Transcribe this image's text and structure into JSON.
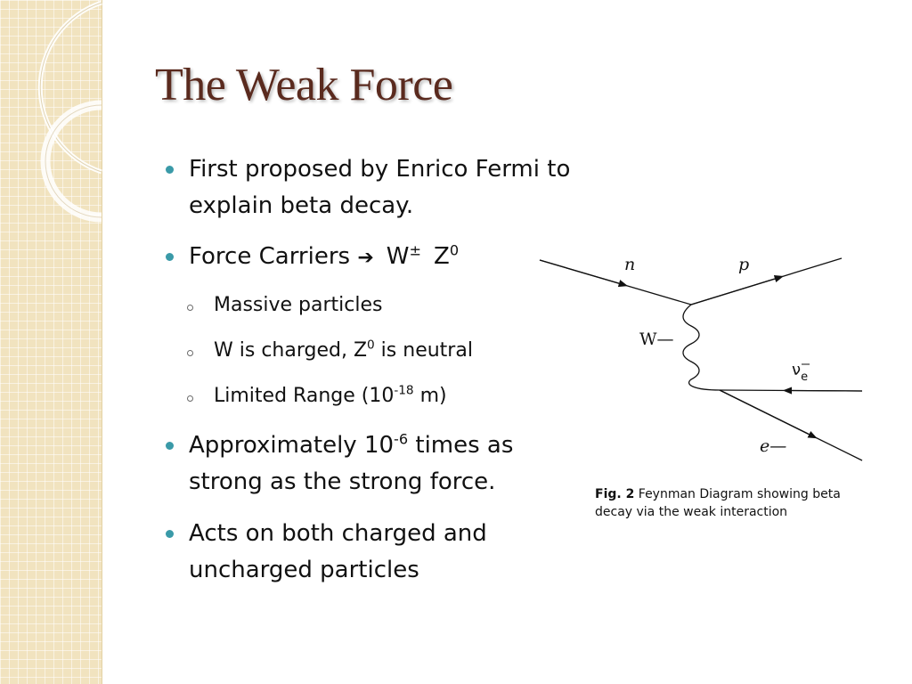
{
  "title": "The Weak Force",
  "bullets": [
    {
      "text": "First proposed by Enrico Fermi to explain beta decay."
    },
    {
      "pre": "Force Carriers ",
      "arrow": "➔",
      "w": "W",
      "w_sup": "±",
      "z": "Z",
      "z_sup": "0"
    },
    {
      "text": "Massive particles"
    },
    {
      "pre": "W is charged, Z",
      "sup": "0",
      "post": " is neutral"
    },
    {
      "pre": "Limited Range (10",
      "sup": "-18",
      "post": " m)"
    },
    {
      "pre": "Approximately 10",
      "sup": "-6",
      "post": " times as strong as the strong force."
    },
    {
      "text": "Acts on both charged and uncharged particles"
    }
  ],
  "diagram": {
    "labels": {
      "neutron": "n",
      "proton": "p",
      "boson": "W—",
      "neutrino": "ν",
      "neutrino_sub": "e",
      "electron": "e—"
    }
  },
  "caption": {
    "fig": "Fig. 2",
    "text": "Feynman Diagram showing beta decay via the weak interaction"
  },
  "colors": {
    "title": "#5a2a1e",
    "bullet": "#3a9aa8",
    "band": "#f1e3bf"
  }
}
